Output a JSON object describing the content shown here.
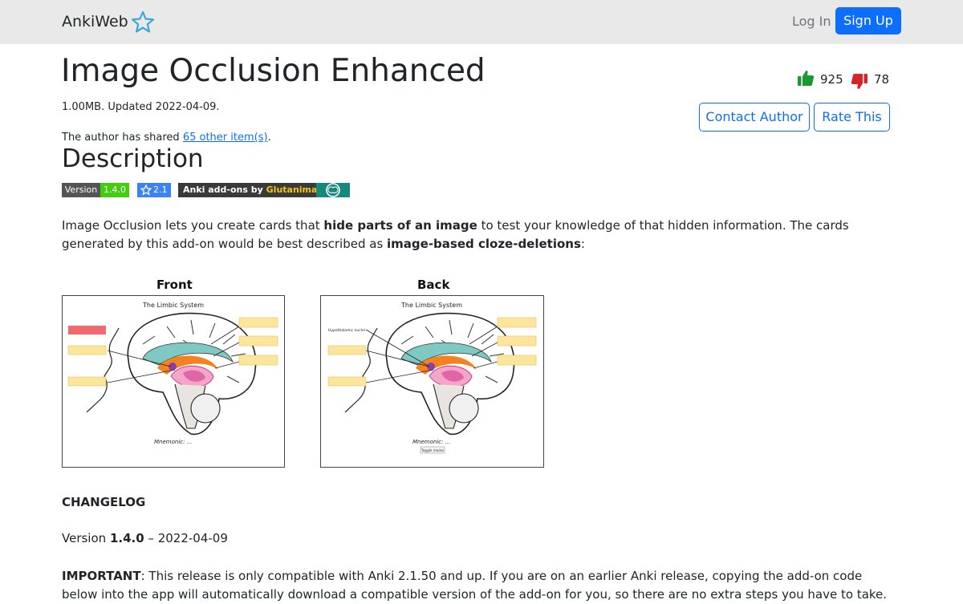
{
  "nav": {
    "brand": "AnkiWeb",
    "login": "Log In",
    "signup": "Sign Up"
  },
  "addon": {
    "title": "Image Occlusion Enhanced",
    "meta": "1.00MB. Updated 2022-04-09.",
    "shared_prefix": "The author has shared ",
    "shared_link": "65 other item(s)",
    "shared_suffix": ".",
    "upvotes": "925",
    "downvotes": "78",
    "contact_author": "Contact Author",
    "rate_this": "Rate This"
  },
  "description": {
    "heading": "Description",
    "badges": {
      "version_label": "Version",
      "version_value": "1.4.0",
      "anki_value": "2.1",
      "glutanimate_prefix": "Anki add-ons by ",
      "glutanimate_name": "Glutanimate"
    },
    "para": {
      "t1": "Image Occlusion lets you create cards that ",
      "b1": "hide parts of an image",
      "t2": " to test your knowledge of that hidden information. The cards generated by this add-on would be best described as ",
      "b2": "image-based cloze-deletions",
      "t3": ":"
    },
    "figure": {
      "front_label": "Front",
      "back_label": "Back",
      "diagram_title": "The Limbic System",
      "mnemonic": "Mnemonic: ...",
      "back_annotation": "Hypothalamic nuclei",
      "toggle_button": "Toggle masks"
    }
  },
  "changelog": {
    "heading": "CHANGELOG",
    "version_prefix": "Version ",
    "version_number": "1.4.0",
    "version_suffix": " – 2022-04-09",
    "important_label": "IMPORTANT",
    "important_text": ": This release is only compatible with Anki 2.1.50 and up. If you are on an earlier Anki release, copying the add-on code below into the app will automatically download a compatible version of the add-on for you, so there are no extra steps you have to take."
  },
  "colors": {
    "primary": "#0d6efd",
    "navbar_bg": "#e9e9ea",
    "upvote": "#1a9a2e",
    "downvote": "#d6242b"
  }
}
